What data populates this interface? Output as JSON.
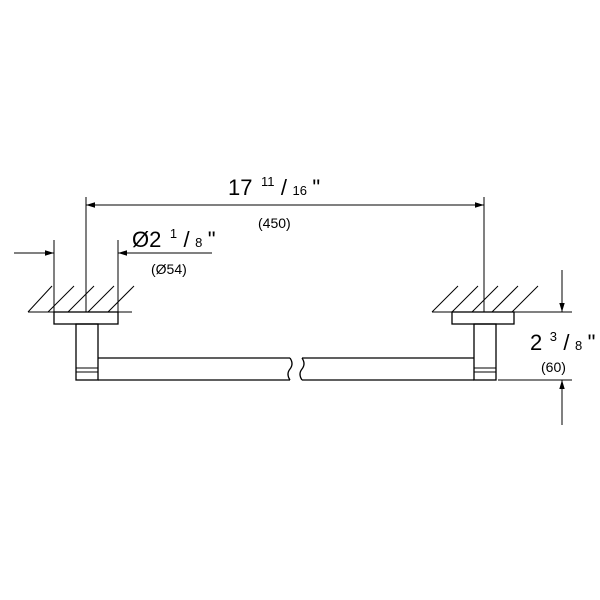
{
  "dimensions": {
    "length": {
      "whole": "17",
      "numerator": "11",
      "slash": "/",
      "denominator": "16",
      "inch_mark": "\"",
      "metric": "(450)"
    },
    "diameter": {
      "whole": "Ø2",
      "numerator": "1",
      "slash": "/",
      "denominator": "8",
      "inch_mark": "\"",
      "metric": "(Ø54)"
    },
    "projection": {
      "whole": "2",
      "numerator": "3",
      "slash": "/",
      "denominator": "8",
      "inch_mark": "\"",
      "metric": "(60)"
    }
  },
  "colors": {
    "line": "#000000",
    "background": "#ffffff"
  }
}
